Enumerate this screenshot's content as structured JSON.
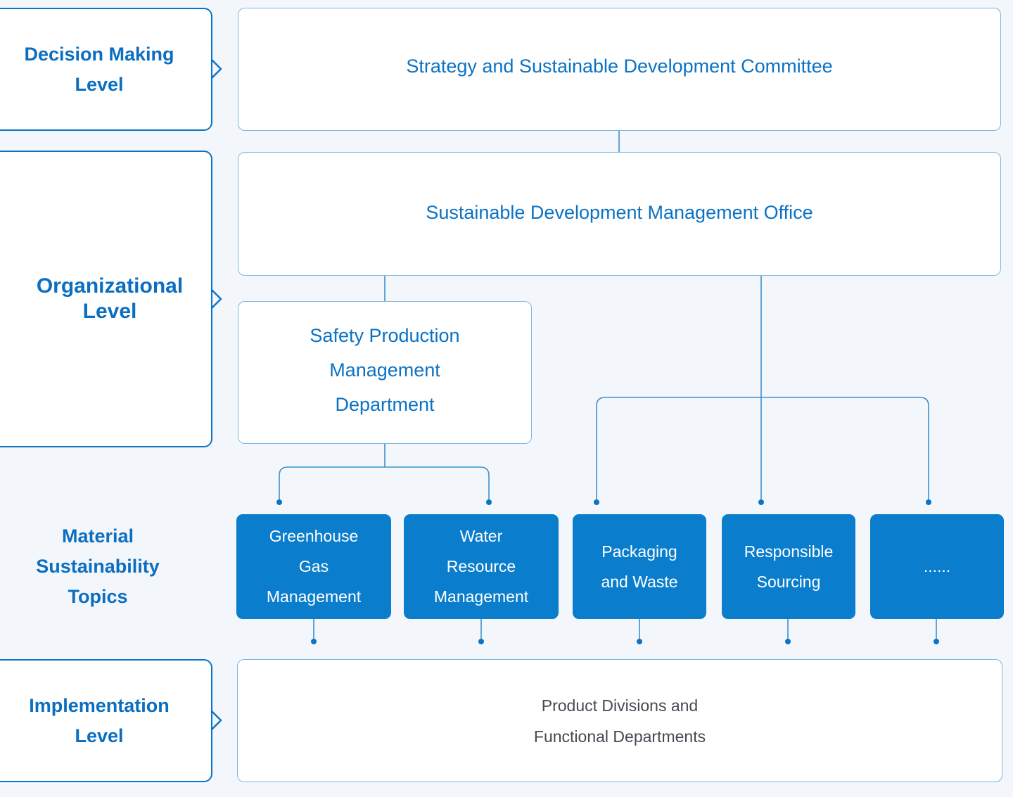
{
  "levels": {
    "decision": [
      "Decision Making",
      "Level"
    ],
    "organizational": [
      "Organizational",
      "Level"
    ],
    "material": [
      "Material",
      "Sustainability",
      "Topics"
    ],
    "implementation": [
      "Implementation",
      "Level"
    ]
  },
  "boxes": {
    "committee": "Strategy and Sustainable Development Committee",
    "office": "Sustainable Development Management Office",
    "safety": [
      "Safety Production",
      "Management",
      "Department"
    ]
  },
  "topics": [
    {
      "lines": [
        "Greenhouse",
        "Gas",
        "Management"
      ]
    },
    {
      "lines": [
        "Water",
        "Resource",
        "Management"
      ]
    },
    {
      "lines": [
        "Packaging",
        "and Waste"
      ]
    },
    {
      "lines": [
        "Responsible",
        "Sourcing"
      ]
    },
    {
      "lines": [
        "......"
      ]
    }
  ],
  "implementation": [
    "Product Divisions and",
    "Functional Departments"
  ],
  "colors": {
    "accent": "#0b74c6",
    "topic_fill": "#0a7dcc",
    "connector": "#3e8fd0",
    "background": "#f3f7fb"
  }
}
